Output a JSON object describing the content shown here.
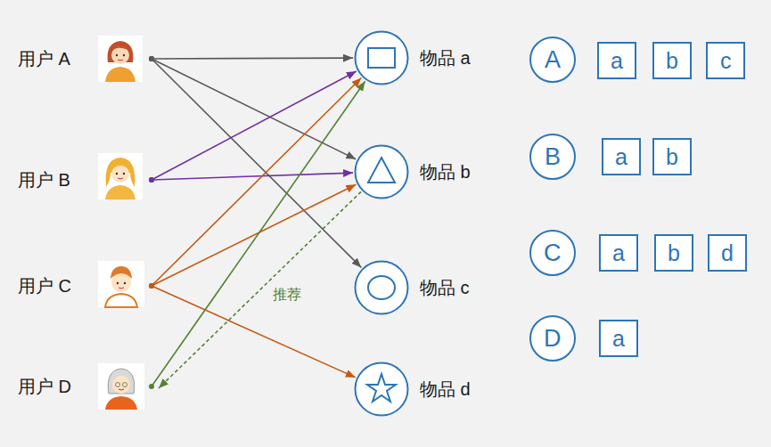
{
  "diagram": {
    "nodes": [
      {
        "text": [
          "用户 A"
        ]
      },
      {
        "text": [
          "用户 B"
        ]
      },
      {
        "text": [
          "用户 C"
        ]
      },
      {
        "text": [
          "用户 D"
        ]
      },
      {
        "text": [
          "物品 a"
        ]
      },
      {
        "text": [
          "物品 b"
        ]
      },
      {
        "text": [
          "物品 c"
        ]
      },
      {
        "text": [
          "物品 d"
        ]
      },
      {
        "text": [
          "A"
        ]
      },
      {
        "text": [
          "a"
        ]
      },
      {
        "text": [
          "b"
        ]
      },
      {
        "text": [
          "c"
        ]
      },
      {
        "text": [
          "B"
        ]
      },
      {
        "text": [
          "a"
        ]
      },
      {
        "text": [
          "b"
        ]
      },
      {
        "text": [
          "C"
        ]
      },
      {
        "text": [
          "a"
        ]
      },
      {
        "text": [
          "b"
        ]
      },
      {
        "text": [
          "d"
        ]
      },
      {
        "text": [
          "D"
        ]
      },
      {
        "text": [
          "a"
        ]
      }
    ],
    "edges": [
      {
        "from": 0,
        "to": 4,
        "arrow": "to"
      },
      {
        "from": 0,
        "to": 5,
        "arrow": "to"
      },
      {
        "from": 0,
        "to": 6,
        "arrow": "to"
      },
      {
        "from": 1,
        "to": 4,
        "arrow": "to"
      },
      {
        "from": 1,
        "to": 5,
        "arrow": "to"
      },
      {
        "from": 2,
        "to": 4,
        "arrow": "to"
      },
      {
        "from": 2,
        "to": 5,
        "arrow": "to"
      },
      {
        "from": 2,
        "to": 7,
        "arrow": "to"
      },
      {
        "from": 3,
        "to": 4,
        "arrow": "to"
      },
      {
        "from": 5,
        "to": 3,
        "arrow": "to",
        "label": "推荐"
      }
    ]
  }
}
